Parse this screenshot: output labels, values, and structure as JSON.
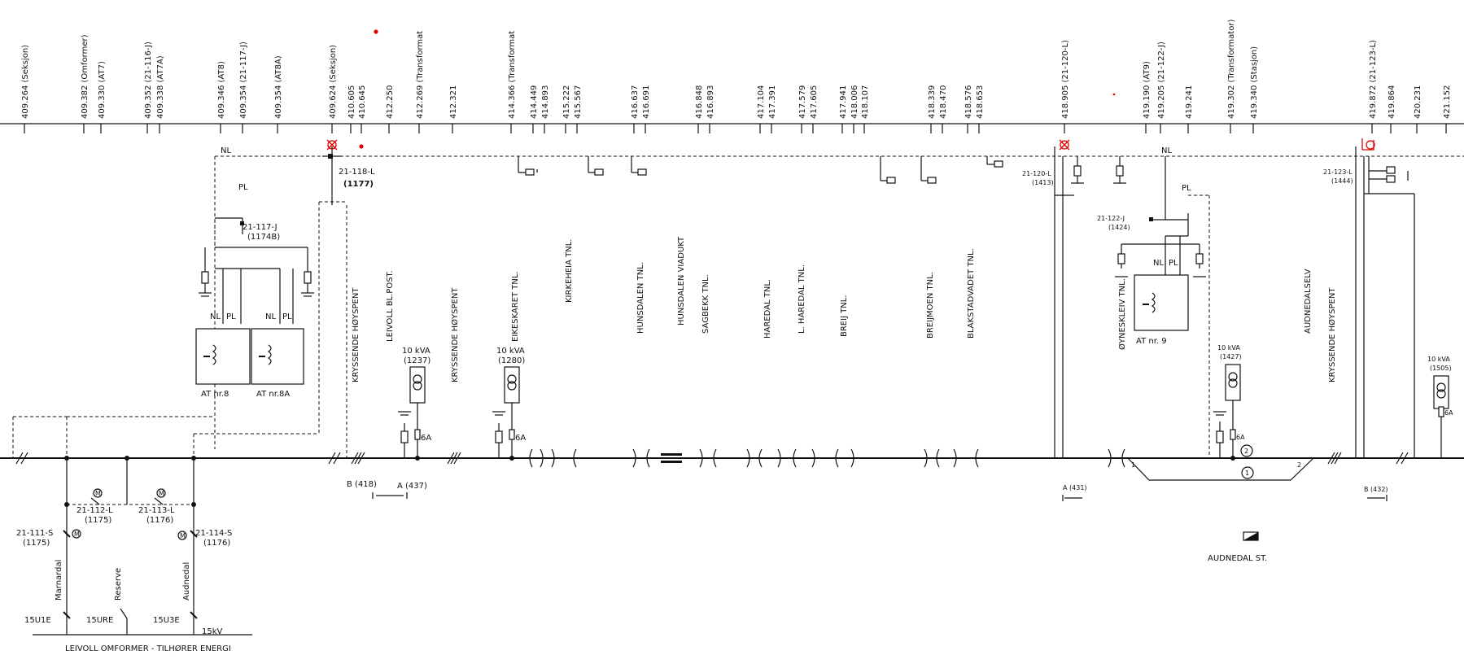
{
  "kilometre_marks": [
    "409.264 (Seksjon)",
    "409.382 (Omformer)",
    "409.330 (AT7)",
    "409.352 (21-116-J)",
    "409.338 (AT7A)",
    "409.346 (AT8)",
    "409.354 (21-117-J)",
    "409.354 (AT8A)",
    "409.624 (Seksjon)",
    "410.605",
    "410.645",
    "412.250",
    "412.269 (Transformat",
    "412.321",
    "414.366 (Transformat",
    "414.449",
    "414.893",
    "415.222",
    "415.567",
    "416.637",
    "416.691",
    "416.848",
    "416.893",
    "417.104",
    "417.391",
    "417.579",
    "417.605",
    "417.941",
    "418.006",
    "418.107",
    "418.339",
    "418.470",
    "418.576",
    "418.653",
    "418.905 (21-120-L)",
    "419.190 (AT9)",
    "419.205 (21-122-J)",
    "419.241",
    "419.302 (Transformator)",
    "419.340 (Stasjon)",
    "419.872 (21-123-L)",
    "419.864",
    "420.231",
    "421.152"
  ],
  "line_labels": {
    "nl_left": "NL",
    "pl_left": "PL",
    "nl_right": "NL",
    "pl_right": "PL"
  },
  "switches": {
    "s118": "21-118-L",
    "s118_num": "(1177)",
    "s117": "21-117-J",
    "s117_num": "(1174B)",
    "s120": "21-120-L",
    "s120_num": "(1413)",
    "s122": "21-122-J",
    "s122_num": "(1424)",
    "s123": "21-123-L",
    "s123_num": "(1444)",
    "s112": "21-112-L",
    "s112_num": "(1175)",
    "s113": "21-113-L",
    "s113_num": "(1176)",
    "s111": "21-111-S",
    "s111_num": "(1175)",
    "s114": "21-114-S",
    "s114_num": "(1176)"
  },
  "autotransformers": {
    "at8": "AT nr.8",
    "at8a": "AT nr.8A",
    "at9": "AT nr. 9",
    "nl": "NL",
    "pl": "PL"
  },
  "transformers": {
    "t1_kva": "10 kVA",
    "t1_num": "(1237)",
    "t2_kva": "10 kVA",
    "t2_num": "(1280)",
    "t3_kva": "10 kVA",
    "t3_num": "(1427)",
    "t4_kva": "10 kVA",
    "t4_num": "(1505)",
    "fuse": "6A"
  },
  "place_labels": [
    "KRYSSENDE HØYSPENT",
    "LEIVOLL BL.POST.",
    "KRYSSENDE HØYSPENT",
    "EIKESKARET TNL.",
    "KIRKEHEIA TNL.",
    "HUNSDALEN TNL.",
    "HUNSDALEN VIADUKT",
    "SAGBEKK TNL.",
    "HAREDAL TNL.",
    "L. HAREDAL TNL.",
    "BREIJ TNL.",
    "BREIJMOEN TNL.",
    "BLAKSTADVADET TNL.",
    "ØYNESKLEIV TNL.",
    "AUDNEDALSELV",
    "KRYSSENDE HØYSPENT"
  ],
  "track": {
    "b418": "B (418)",
    "a437": "A (437)",
    "a431": "A (431)",
    "b432": "B (432)",
    "circ1": "1",
    "circ2": "2",
    "n1": "1",
    "n2": "2"
  },
  "station": {
    "name": "AUDNEDAL ST."
  },
  "feeders": {
    "marnardal": "Marnardal",
    "reserve": "Reserve",
    "audnedal": "Audnedal",
    "f1": "15U1E",
    "f2": "15URE",
    "f3": "15U3E",
    "kv": "15kV",
    "omformer": "LEIVOLL OMFORMER - TILHØRER ENERGI",
    "m": "M"
  },
  "colors": {
    "ink": "#111111",
    "annotation": "#e00000"
  }
}
